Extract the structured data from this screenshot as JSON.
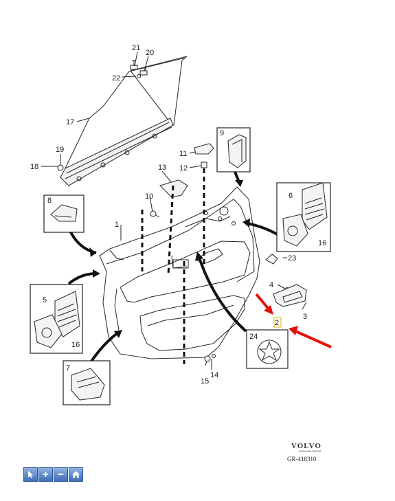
{
  "callouts": {
    "n1": "1",
    "n2": "2",
    "n3": "3",
    "n4": "4",
    "n5": "5",
    "n6": "6",
    "n7": "7",
    "n8": "8",
    "n9": "9",
    "n10": "10",
    "n11": "11",
    "n12": "12",
    "n13": "13",
    "n14": "14",
    "n15": "15",
    "n16a": "16",
    "n16b": "16",
    "n17": "17",
    "n18": "18",
    "n19": "19",
    "n20": "20",
    "n21": "21",
    "n22": "22",
    "n23": "23",
    "n24": "24"
  },
  "brand": {
    "name": "VOLVO",
    "subtitle": "GENUINE PARTS",
    "code": "GR-418310"
  },
  "toolbar": {
    "buttons": [
      {
        "name": "select-tool-button",
        "icon": "cursor-icon"
      },
      {
        "name": "zoom-in-button",
        "icon": "plus-icon",
        "glyph": "+"
      },
      {
        "name": "zoom-out-button",
        "icon": "minus-icon",
        "glyph": "−"
      },
      {
        "name": "home-button",
        "icon": "home-icon"
      }
    ]
  },
  "colors": {
    "highlight_arrow": "#e3120b",
    "toolbar_button": "#3f6fb8",
    "part_highlight_box": "#e0b400"
  }
}
